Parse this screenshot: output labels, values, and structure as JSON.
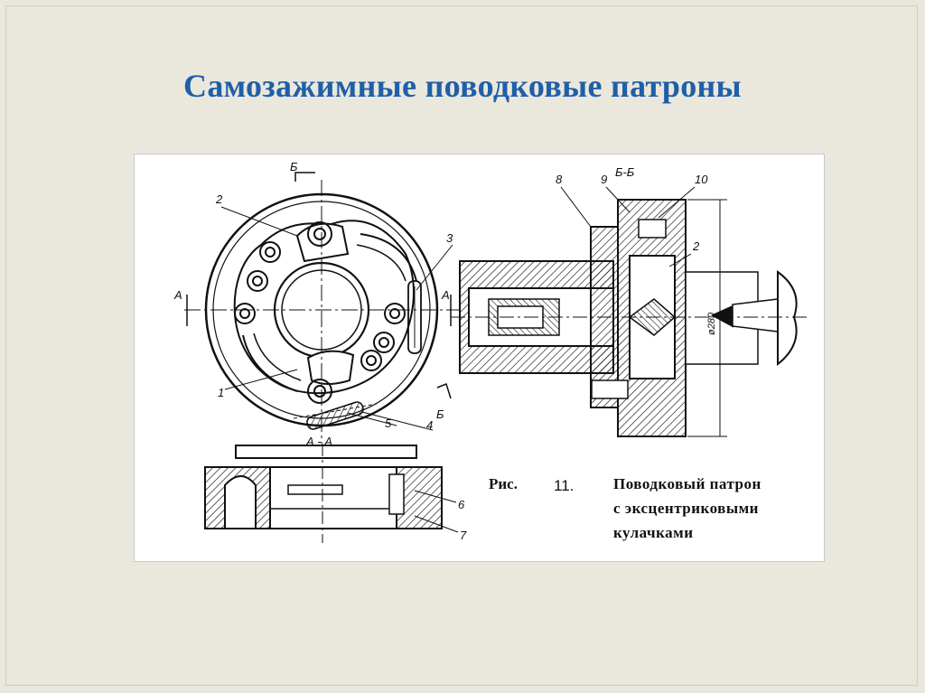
{
  "slide": {
    "title": "Самозажимные поводковые патроны"
  },
  "figure": {
    "caption_prefix": "Рис.",
    "caption_number": "11.",
    "caption_lines": [
      "Поводковый патрон",
      "с  эксцентриковыми",
      "кулачками"
    ],
    "section_labels": {
      "b_top": "Б",
      "b_bottom": "Б",
      "a_left": "А",
      "a_right": "А",
      "aa": "А - А",
      "bb": "Б-Б"
    },
    "part_numbers": [
      "1",
      "2",
      "3",
      "4",
      "5",
      "6",
      "7",
      "8",
      "9",
      "10",
      "2"
    ],
    "dimension": "ø280",
    "colors": {
      "title": "#1f5fa8",
      "background": "#eae7dd",
      "figure_bg": "#ffffff",
      "ink": "#111111"
    }
  }
}
